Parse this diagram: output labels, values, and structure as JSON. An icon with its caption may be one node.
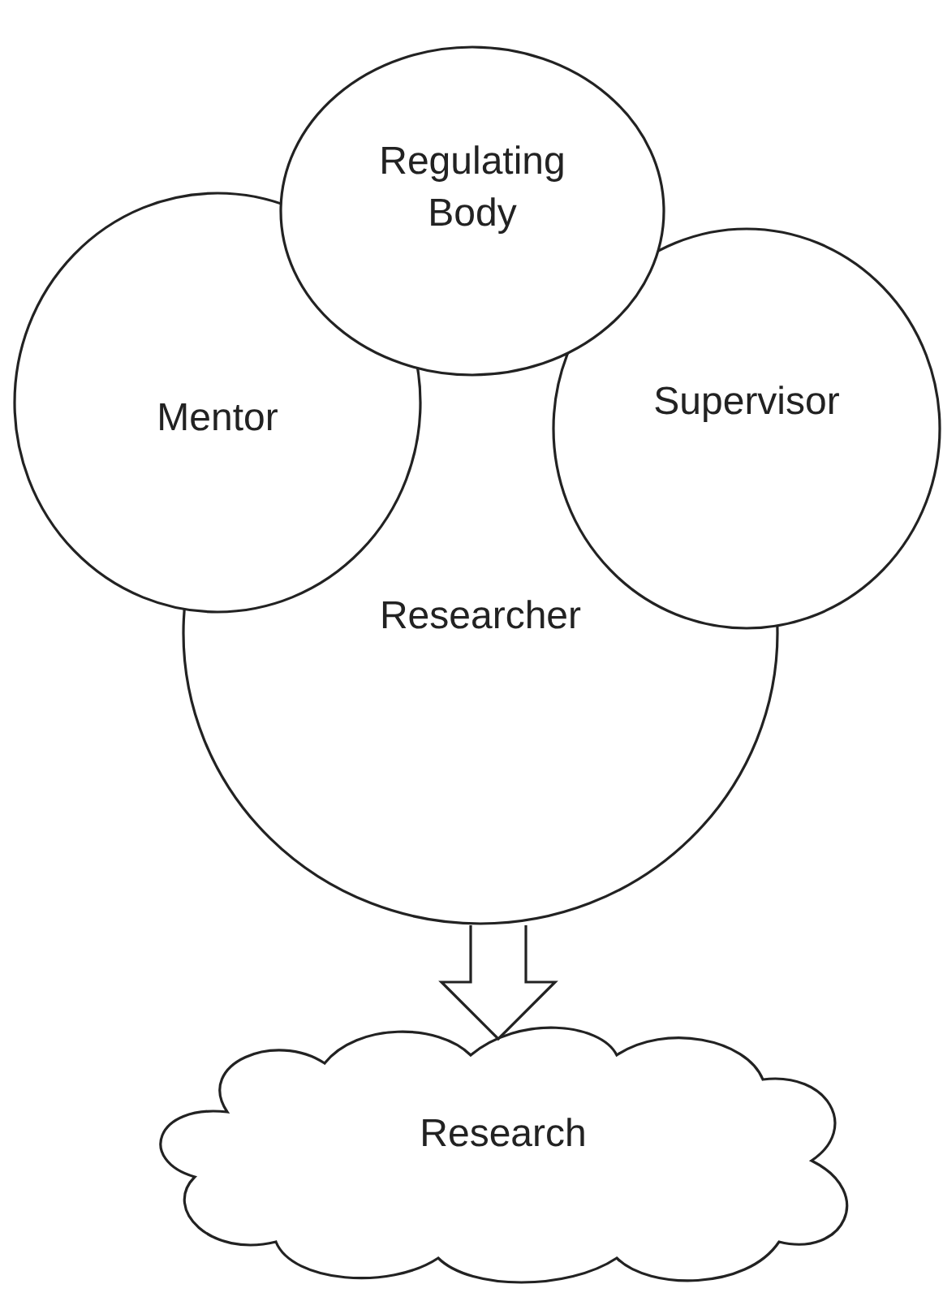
{
  "diagram": {
    "nodes": [
      {
        "text": [
          "Regulating Body"
        ]
      },
      {
        "text": [
          "Mentor"
        ]
      },
      {
        "text": [
          "Supervisor"
        ]
      },
      {
        "text": [
          "Researcher"
        ]
      },
      {
        "text": [
          "Research"
        ]
      }
    ],
    "edges": [
      {
        "from": 3,
        "to": 4,
        "arrow": "to"
      }
    ]
  }
}
